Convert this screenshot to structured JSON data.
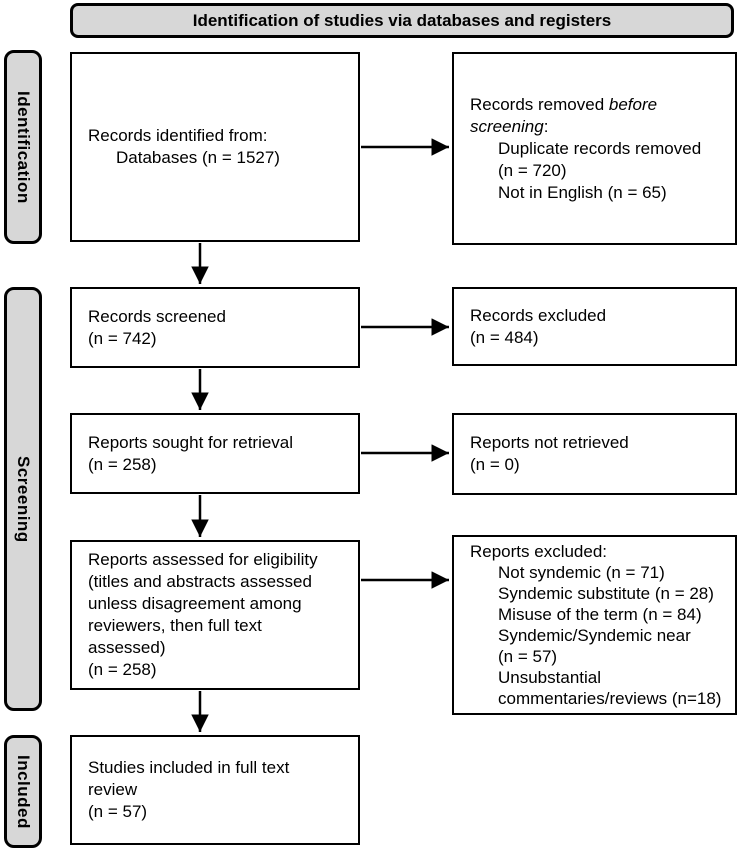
{
  "colors": {
    "fill_gray": "#d7d7d7",
    "line_black": "#000000",
    "background": "#ffffff"
  },
  "banner": {
    "title": "Identification of studies via databases and registers"
  },
  "stages": {
    "identification": "Identification",
    "screening": "Screening",
    "included": "Included"
  },
  "boxes": {
    "records_identified": {
      "line1": "Records identified from:",
      "line2": "Databases (n = 1527)"
    },
    "records_removed": {
      "heading_regular": "Records removed ",
      "heading_italic": "before screening",
      "heading_colon": ":",
      "lines": [
        "Duplicate records removed",
        "(n = 720)",
        "Not in English (n = 65)"
      ]
    },
    "records_screened": {
      "line1": "Records screened",
      "line2": "(n = 742)"
    },
    "records_excluded": {
      "line1": "Records excluded",
      "line2": "(n = 484)"
    },
    "reports_sought": {
      "line1": "Reports sought for retrieval",
      "line2": "(n = 258)"
    },
    "reports_not_retrieved": {
      "line1": "Reports not retrieved",
      "line2": "(n = 0)"
    },
    "reports_assessed": {
      "lines": [
        "Reports assessed for eligibility",
        "(titles and abstracts assessed",
        "unless disagreement among",
        "reviewers, then full text",
        "assessed)",
        "(n = 258)"
      ]
    },
    "reports_excluded": {
      "title": "Reports excluded:",
      "lines": [
        "Not syndemic (n = 71)",
        "Syndemic substitute (n = 28)",
        "Misuse of the term (n = 84)",
        "Syndemic/Syndemic near",
        "(n = 57)",
        "Unsubstantial",
        "commentaries/reviews (n=18)"
      ]
    },
    "studies_included": {
      "lines": [
        "Studies included in full text",
        "review",
        "(n = 57)"
      ]
    }
  }
}
